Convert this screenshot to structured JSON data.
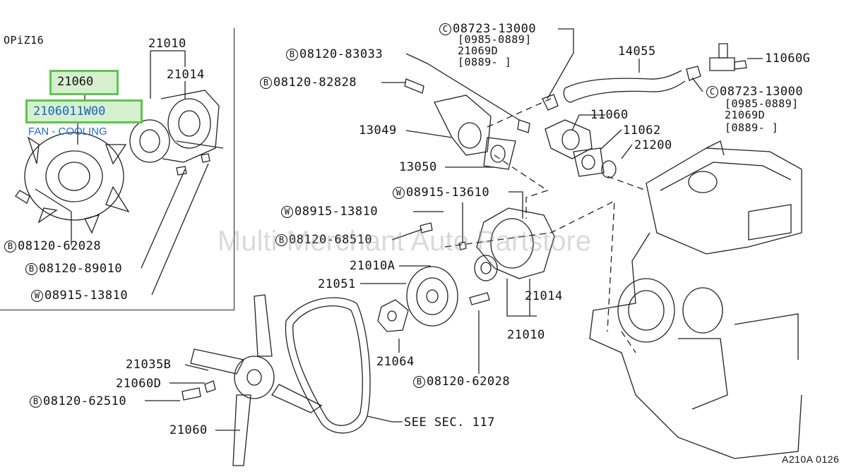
{
  "inset": {
    "title": "OPiZ16"
  },
  "highlight": {
    "top_part": "21060",
    "part_number": "2106011W00",
    "caption": "FAN - COOLING"
  },
  "watermark": "Multi-Merchant Auto Partstore",
  "figure_code": "A210A 0126",
  "labels": {
    "l21010_inset": "21010",
    "l21014_inset": "21014",
    "b08120_62028_inset": "08120-62028",
    "b08120_89010": "08120-89010",
    "w08915_13810_inset": "08915-13810",
    "b08120_83033": "08120-83033",
    "b08120_82828": "08120-82828",
    "l13049": "13049",
    "l13050": "13050",
    "c08723_13000_top": "08723-13000",
    "r0985_0889_top": "[0985-0889]",
    "l21069d_top": "21069D",
    "r0889_top": "[0889-    ]",
    "l14055": "14055",
    "l11060g": "11060G",
    "c08723_13000_right": "08723-13000",
    "r0985_0889_right": "[0985-0889]",
    "l21069d_right": "21069D",
    "r0889_right": "[0889-    ]",
    "l11060": "11060",
    "l11062": "11062",
    "l21200": "21200",
    "w08915_13610": "08915-13610",
    "w08915_13810": "08915-13810",
    "b08120_68510": "08120-68510",
    "l21010a": "21010A",
    "l21051": "21051",
    "l21014": "21014",
    "l21010": "21010",
    "l21064": "21064",
    "b08120_62028": "08120-62028",
    "l21035b": "21035B",
    "l21060d": "21060D",
    "b08120_62510": "08120-62510",
    "l21060": "21060",
    "see_sec": "SEE SEC. 117"
  },
  "prefixes": {
    "bolt": "B",
    "washer": "W",
    "clamp": "C"
  }
}
